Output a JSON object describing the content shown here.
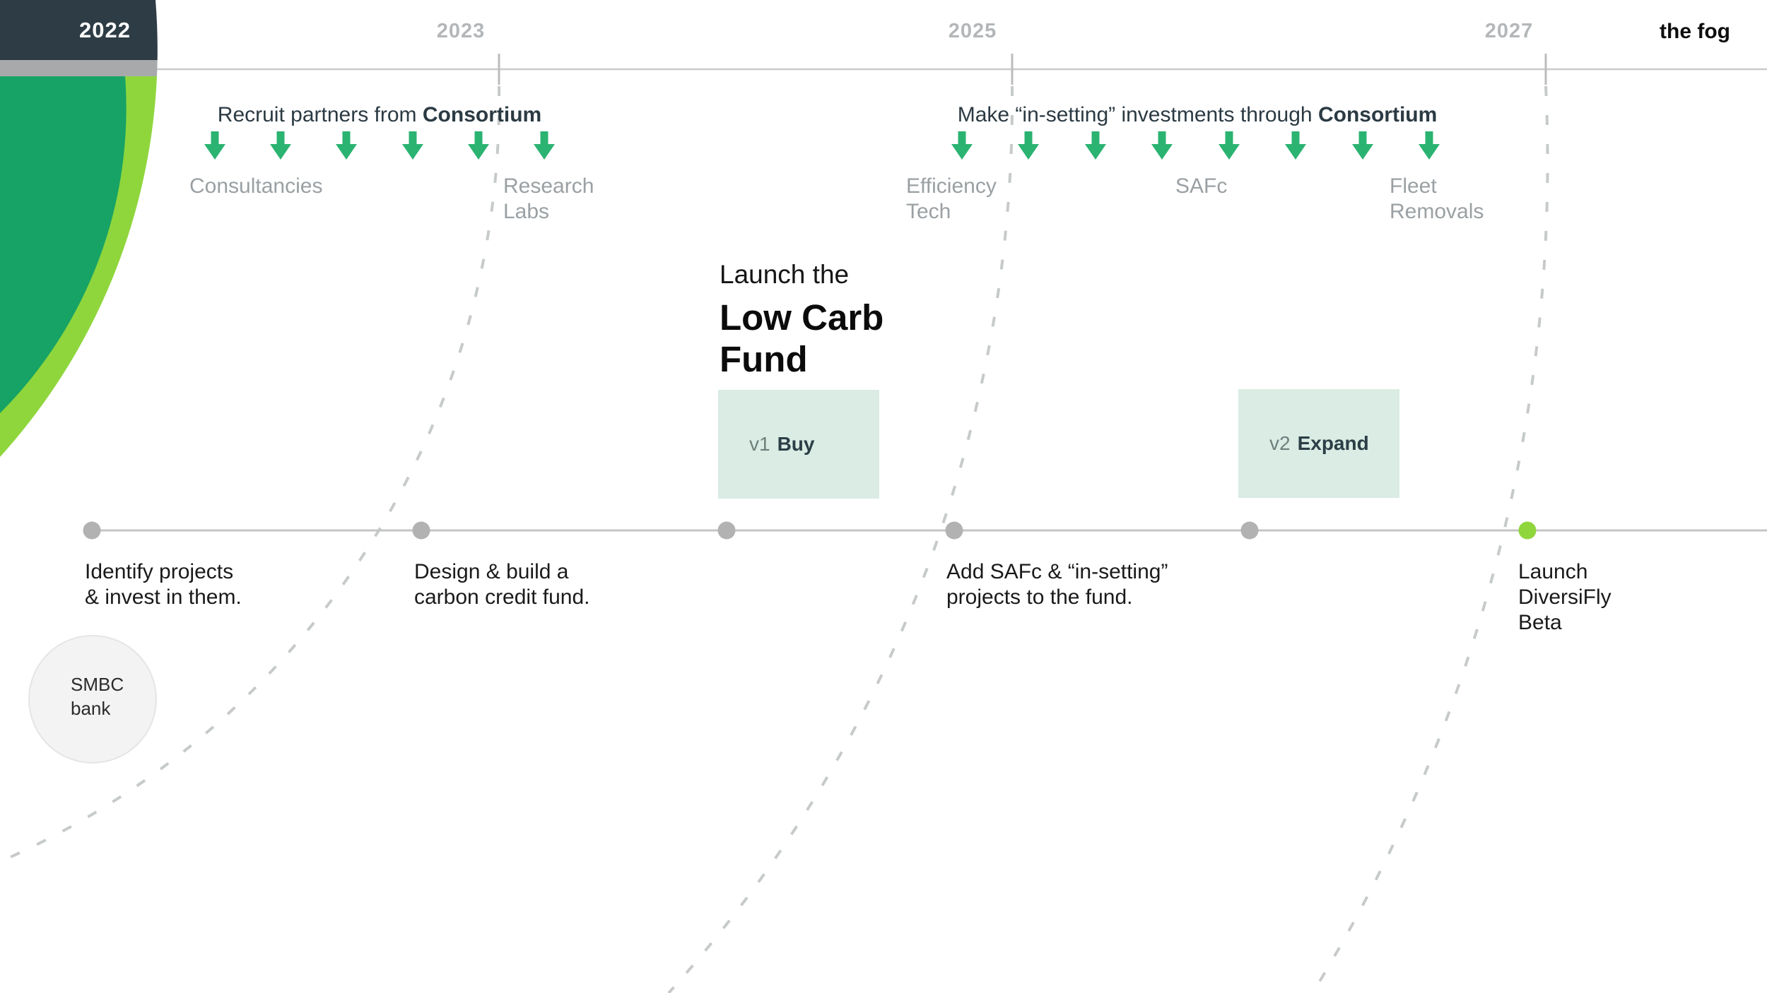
{
  "colors": {
    "navy": "#2e3c45",
    "gray_bar": "#a8a9ab",
    "green_dark": "#17a365",
    "lime": "#8fd63d",
    "arrow_green": "#2bb372",
    "mint": "#daece3",
    "dash_gray": "#c7cacb",
    "line_gray": "#c5c5c5",
    "dot_gray": "#b2b2b2",
    "year_gray": "#b4b7b9",
    "label_gray": "#9aa0a3",
    "text_dark": "#2b3a43",
    "text_black": "#111111"
  },
  "timebar": {
    "years": {
      "y2022": "2022",
      "y2023": "2023",
      "y2025": "2025",
      "y2027": "2027"
    },
    "fog": "the fog"
  },
  "sections": {
    "recruit": {
      "heading_normal": "Recruit partners from ",
      "heading_bold": "Consortium",
      "arrow_count": 6,
      "label_consultancies": "Consultancies",
      "label_research_line1": "Research",
      "label_research_line2": "Labs"
    },
    "insetting": {
      "heading_normal": "Make “in-setting” investments through ",
      "heading_bold": "Consortium",
      "arrow_count": 8,
      "label_efficiency_line1": "Efficiency",
      "label_efficiency_line2": "Tech",
      "label_safc": "SAFc",
      "label_fleet_line1": "Fleet",
      "label_fleet_line2": "Removals"
    }
  },
  "fund": {
    "intro": "Launch the",
    "name_line1": "Low Carb",
    "name_line2": "Fund",
    "v1": {
      "prefix": "v1",
      "label": "Buy"
    },
    "v2": {
      "prefix": "v2",
      "label": "Expand"
    }
  },
  "milestones": {
    "m1": {
      "line1": "Identify projects",
      "line2": "& invest in them."
    },
    "m2": {
      "line1": "Design & build a",
      "line2": "carbon credit fund."
    },
    "m3": {
      "line1": "Add SAFc & “in-setting”",
      "line2": "projects to the fund."
    },
    "m4": {
      "line1": "Launch",
      "line2": "DiversiFly",
      "line3": "Beta"
    }
  },
  "partner_circle": {
    "line1": "SMBC",
    "line2": "bank"
  }
}
